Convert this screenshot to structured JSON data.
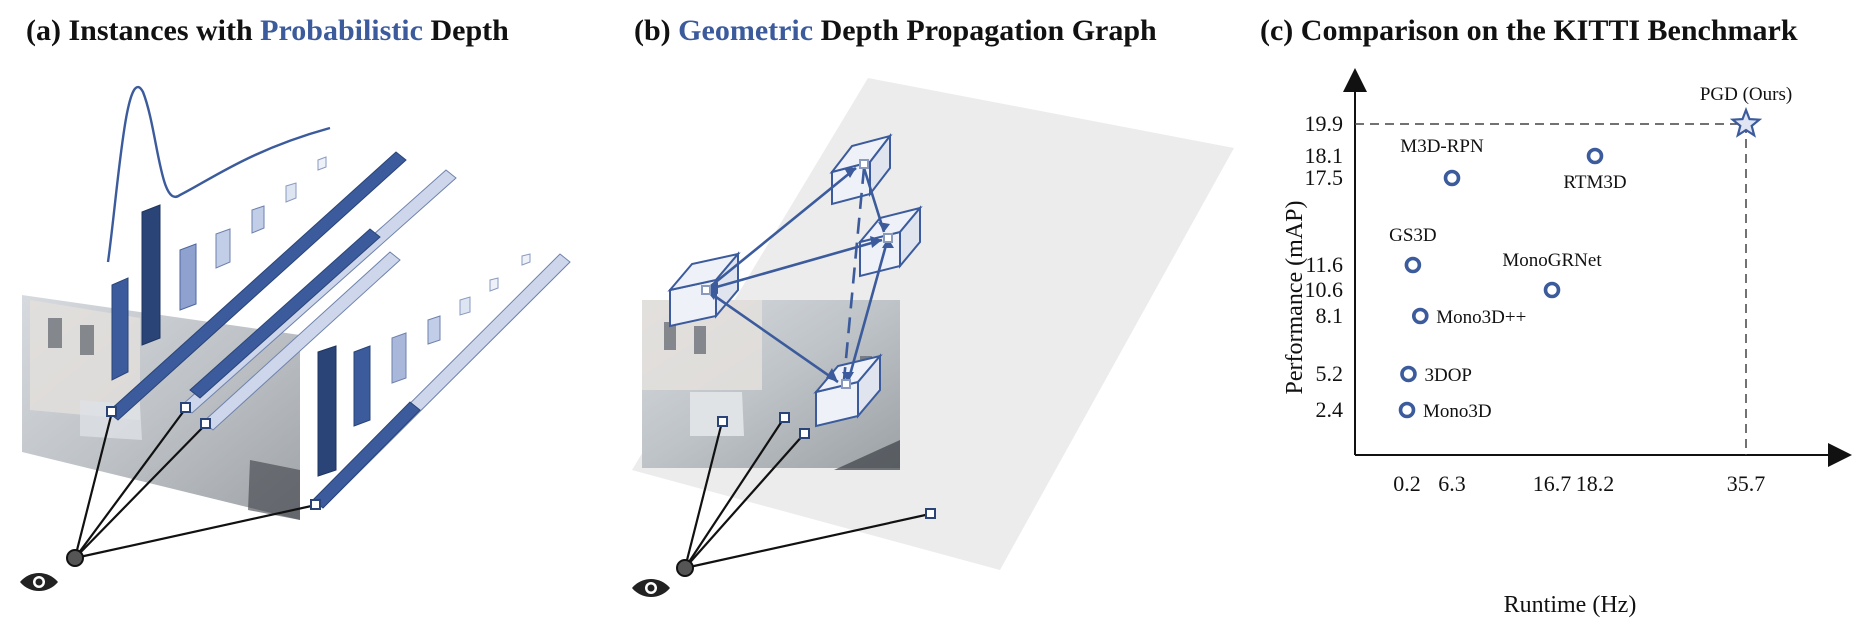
{
  "panel_a": {
    "title_prefix": "(a) Instances with ",
    "title_highlight": "Probabilistic",
    "title_suffix": " Depth"
  },
  "panel_b": {
    "title_prefix": "(b) ",
    "title_highlight": "Geometric",
    "title_suffix": " Depth Propagation Graph"
  },
  "panel_c": {
    "title": "(c) Comparison on the KITTI Benchmark"
  },
  "colors": {
    "accent": "#3b5b9c",
    "bar_dark": "#3b5b9c",
    "bar_light": "#a9b8da",
    "marker_ring": "#3b5b9c"
  },
  "icons": [
    "eye-icon",
    "camera-center-icon",
    "star-icon",
    "circle-marker-icon"
  ],
  "chart_data": {
    "type": "scatter",
    "title": "(c) Comparison on the KITTI Benchmark",
    "xlabel": "Runtime (Hz)",
    "ylabel": "Performance (mAP)",
    "x_ticks": [
      "0.2",
      "6.3",
      "16.7",
      "18.2",
      "35.7"
    ],
    "y_ticks": [
      "2.4",
      "5.2",
      "8.1",
      "10.6",
      "11.6",
      "17.5",
      "18.1",
      "19.9"
    ],
    "points": [
      {
        "label": "PGD (Ours)",
        "x": 35.7,
        "y": 19.9,
        "marker": "star",
        "label_pos": "above"
      },
      {
        "label": "M3D-RPN",
        "x": 6.3,
        "y": 17.5,
        "marker": "circle",
        "label_pos": "above-left"
      },
      {
        "label": "RTM3D",
        "x": 18.2,
        "y": 18.1,
        "marker": "circle",
        "label_pos": "below"
      },
      {
        "label": "GS3D",
        "x": 1.0,
        "y": 11.6,
        "marker": "circle",
        "label_pos": "above"
      },
      {
        "label": "MonoGRNet",
        "x": 16.7,
        "y": 10.6,
        "marker": "circle",
        "label_pos": "above"
      },
      {
        "label": "Mono3D++",
        "x": 2.0,
        "y": 8.1,
        "marker": "circle",
        "label_pos": "right"
      },
      {
        "label": "3DOP",
        "x": 0.4,
        "y": 5.2,
        "marker": "circle",
        "label_pos": "right"
      },
      {
        "label": "Mono3D",
        "x": 0.2,
        "y": 2.4,
        "marker": "circle",
        "label_pos": "right"
      }
    ],
    "reference_lines": [
      {
        "orientation": "horizontal",
        "value": 19.9,
        "style": "dashed"
      },
      {
        "orientation": "vertical",
        "value": 35.7,
        "style": "dashed"
      }
    ],
    "grid": false,
    "legend": "none"
  }
}
